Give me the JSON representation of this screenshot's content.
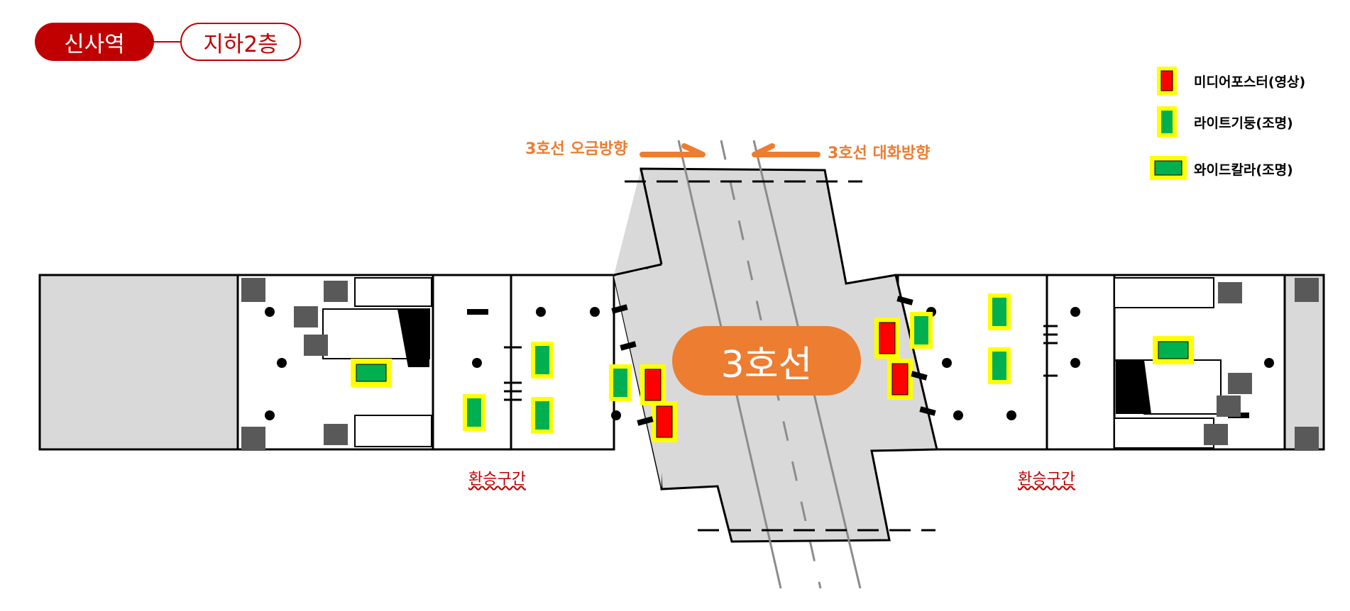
{
  "header": {
    "station": "신사역",
    "floor": "지하2층"
  },
  "legend": {
    "items": [
      {
        "label": "미디어포스터(영상)",
        "icon": "media-poster-icon"
      },
      {
        "label": "라이트기둥(조명)",
        "icon": "light-pillar-icon"
      },
      {
        "label": "와이드칼라(조명)",
        "icon": "wide-color-icon"
      }
    ]
  },
  "directions": {
    "left": "3호선 오금방향",
    "right": "3호선 대화방향"
  },
  "line_badge": "3호선",
  "zones": {
    "transfer_left": "환승구간",
    "transfer_right": "환승구간"
  },
  "colors": {
    "brand": "#c00000",
    "line3": "#ed7d31",
    "media_poster": "#ff0000",
    "light_green": "#00b050",
    "highlight": "#ffff00",
    "platform": "#d9d9d9"
  }
}
